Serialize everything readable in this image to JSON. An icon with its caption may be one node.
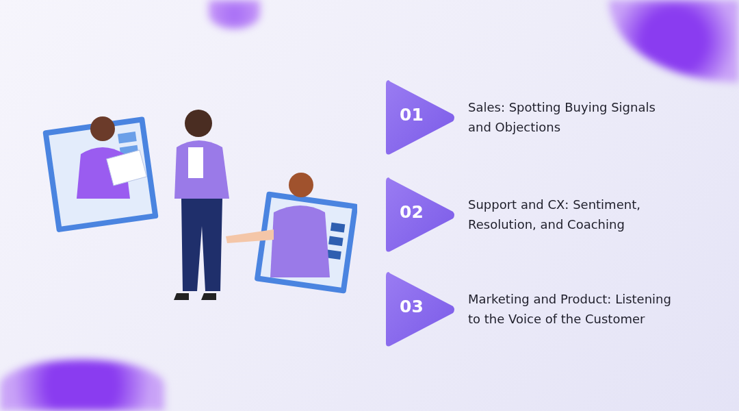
{
  "diagram": {
    "nodes": [
      {
        "text": [
          "01"
        ],
        "beside": [
          "Sales: Spotting Buying Signals and Objections"
        ]
      },
      {
        "text": [
          "02"
        ],
        "beside": [
          "Support and CX: Sentiment, Resolution, and Coaching"
        ]
      },
      {
        "text": [
          "03"
        ],
        "beside": [
          "Marketing and Product: Listening to the Voice of the Customer"
        ]
      }
    ]
  }
}
